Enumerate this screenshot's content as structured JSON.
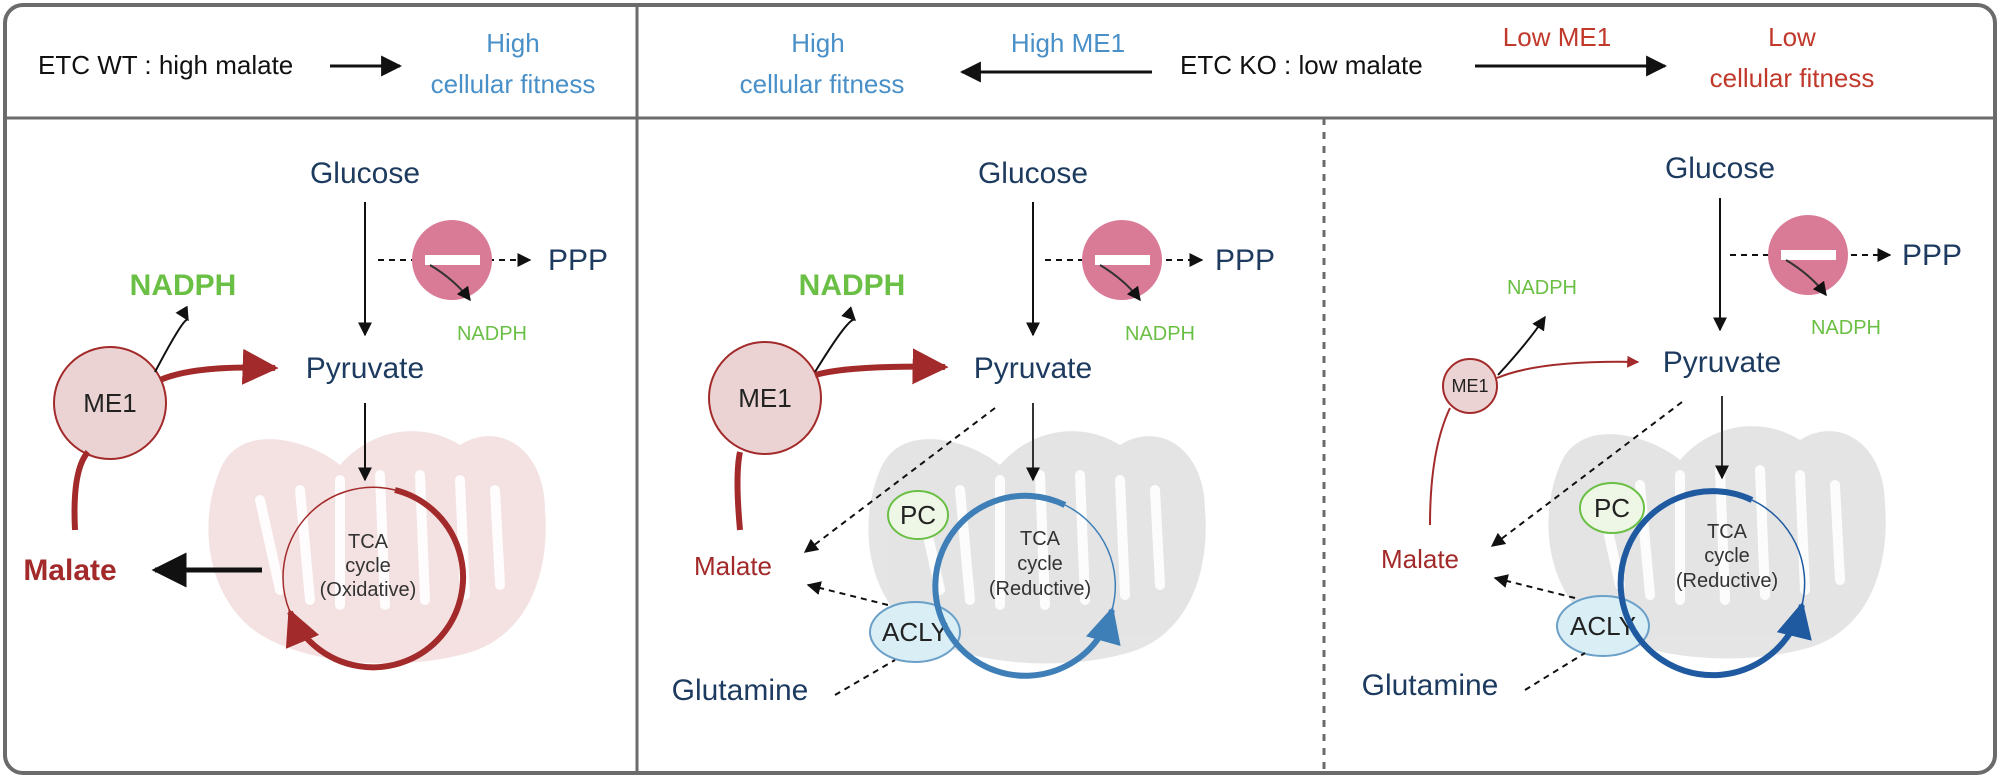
{
  "colors": {
    "navy": "#1d3a5f",
    "green": "#6abf45",
    "red": "#a32a2a",
    "blue": "#4a90c8",
    "me1_fill": "#ecd3d3",
    "enzyme_fill": "#d9eef5",
    "ppp_fill": "#d97b97",
    "frame": "#6b6b6b"
  },
  "icons": [
    "arrow-icon",
    "ppp-enzyme-icon",
    "mitochondrion-icon",
    "tca-cycle-icon"
  ],
  "header": {
    "wt_state": "ETC WT : high malate",
    "wt_outcome_line1": "High",
    "wt_outcome_line2": "cellular fitness",
    "ko_high_outcome_line1": "High",
    "ko_high_outcome_line2": "cellular fitness",
    "ko_high_me1": "High ME1",
    "ko_state": "ETC KO : low  malate",
    "ko_low_me1": "Low ME1",
    "ko_low_outcome_line1": "Low",
    "ko_low_outcome_line2": "cellular fitness"
  },
  "panels": [
    {
      "glucose": "Glucose",
      "ppp": "PPP",
      "nadph_small": "NADPH",
      "nadph_main": "NADPH",
      "pyruvate": "Pyruvate",
      "me1": "ME1",
      "malate": "Malate",
      "tca_line1": "TCA",
      "tca_line2": "cycle",
      "tca_line3": "(Oxidative)"
    },
    {
      "glucose": "Glucose",
      "ppp": "PPP",
      "nadph_small": "NADPH",
      "nadph_main": "NADPH",
      "pyruvate": "Pyruvate",
      "me1": "ME1",
      "malate": "Malate",
      "pc": "PC",
      "acly": "ACLY",
      "glutamine": "Glutamine",
      "tca_line1": "TCA",
      "tca_line2": "cycle",
      "tca_line3": "(Reductive)"
    },
    {
      "glucose": "Glucose",
      "ppp": "PPP",
      "nadph_small": "NADPH",
      "nadph_main": "NADPH",
      "pyruvate": "Pyruvate",
      "me1": "ME1",
      "malate": "Malate",
      "pc": "PC",
      "acly": "ACLY",
      "glutamine": "Glutamine",
      "tca_line1": "TCA",
      "tca_line2": "cycle",
      "tca_line3": "(Reductive)"
    }
  ]
}
